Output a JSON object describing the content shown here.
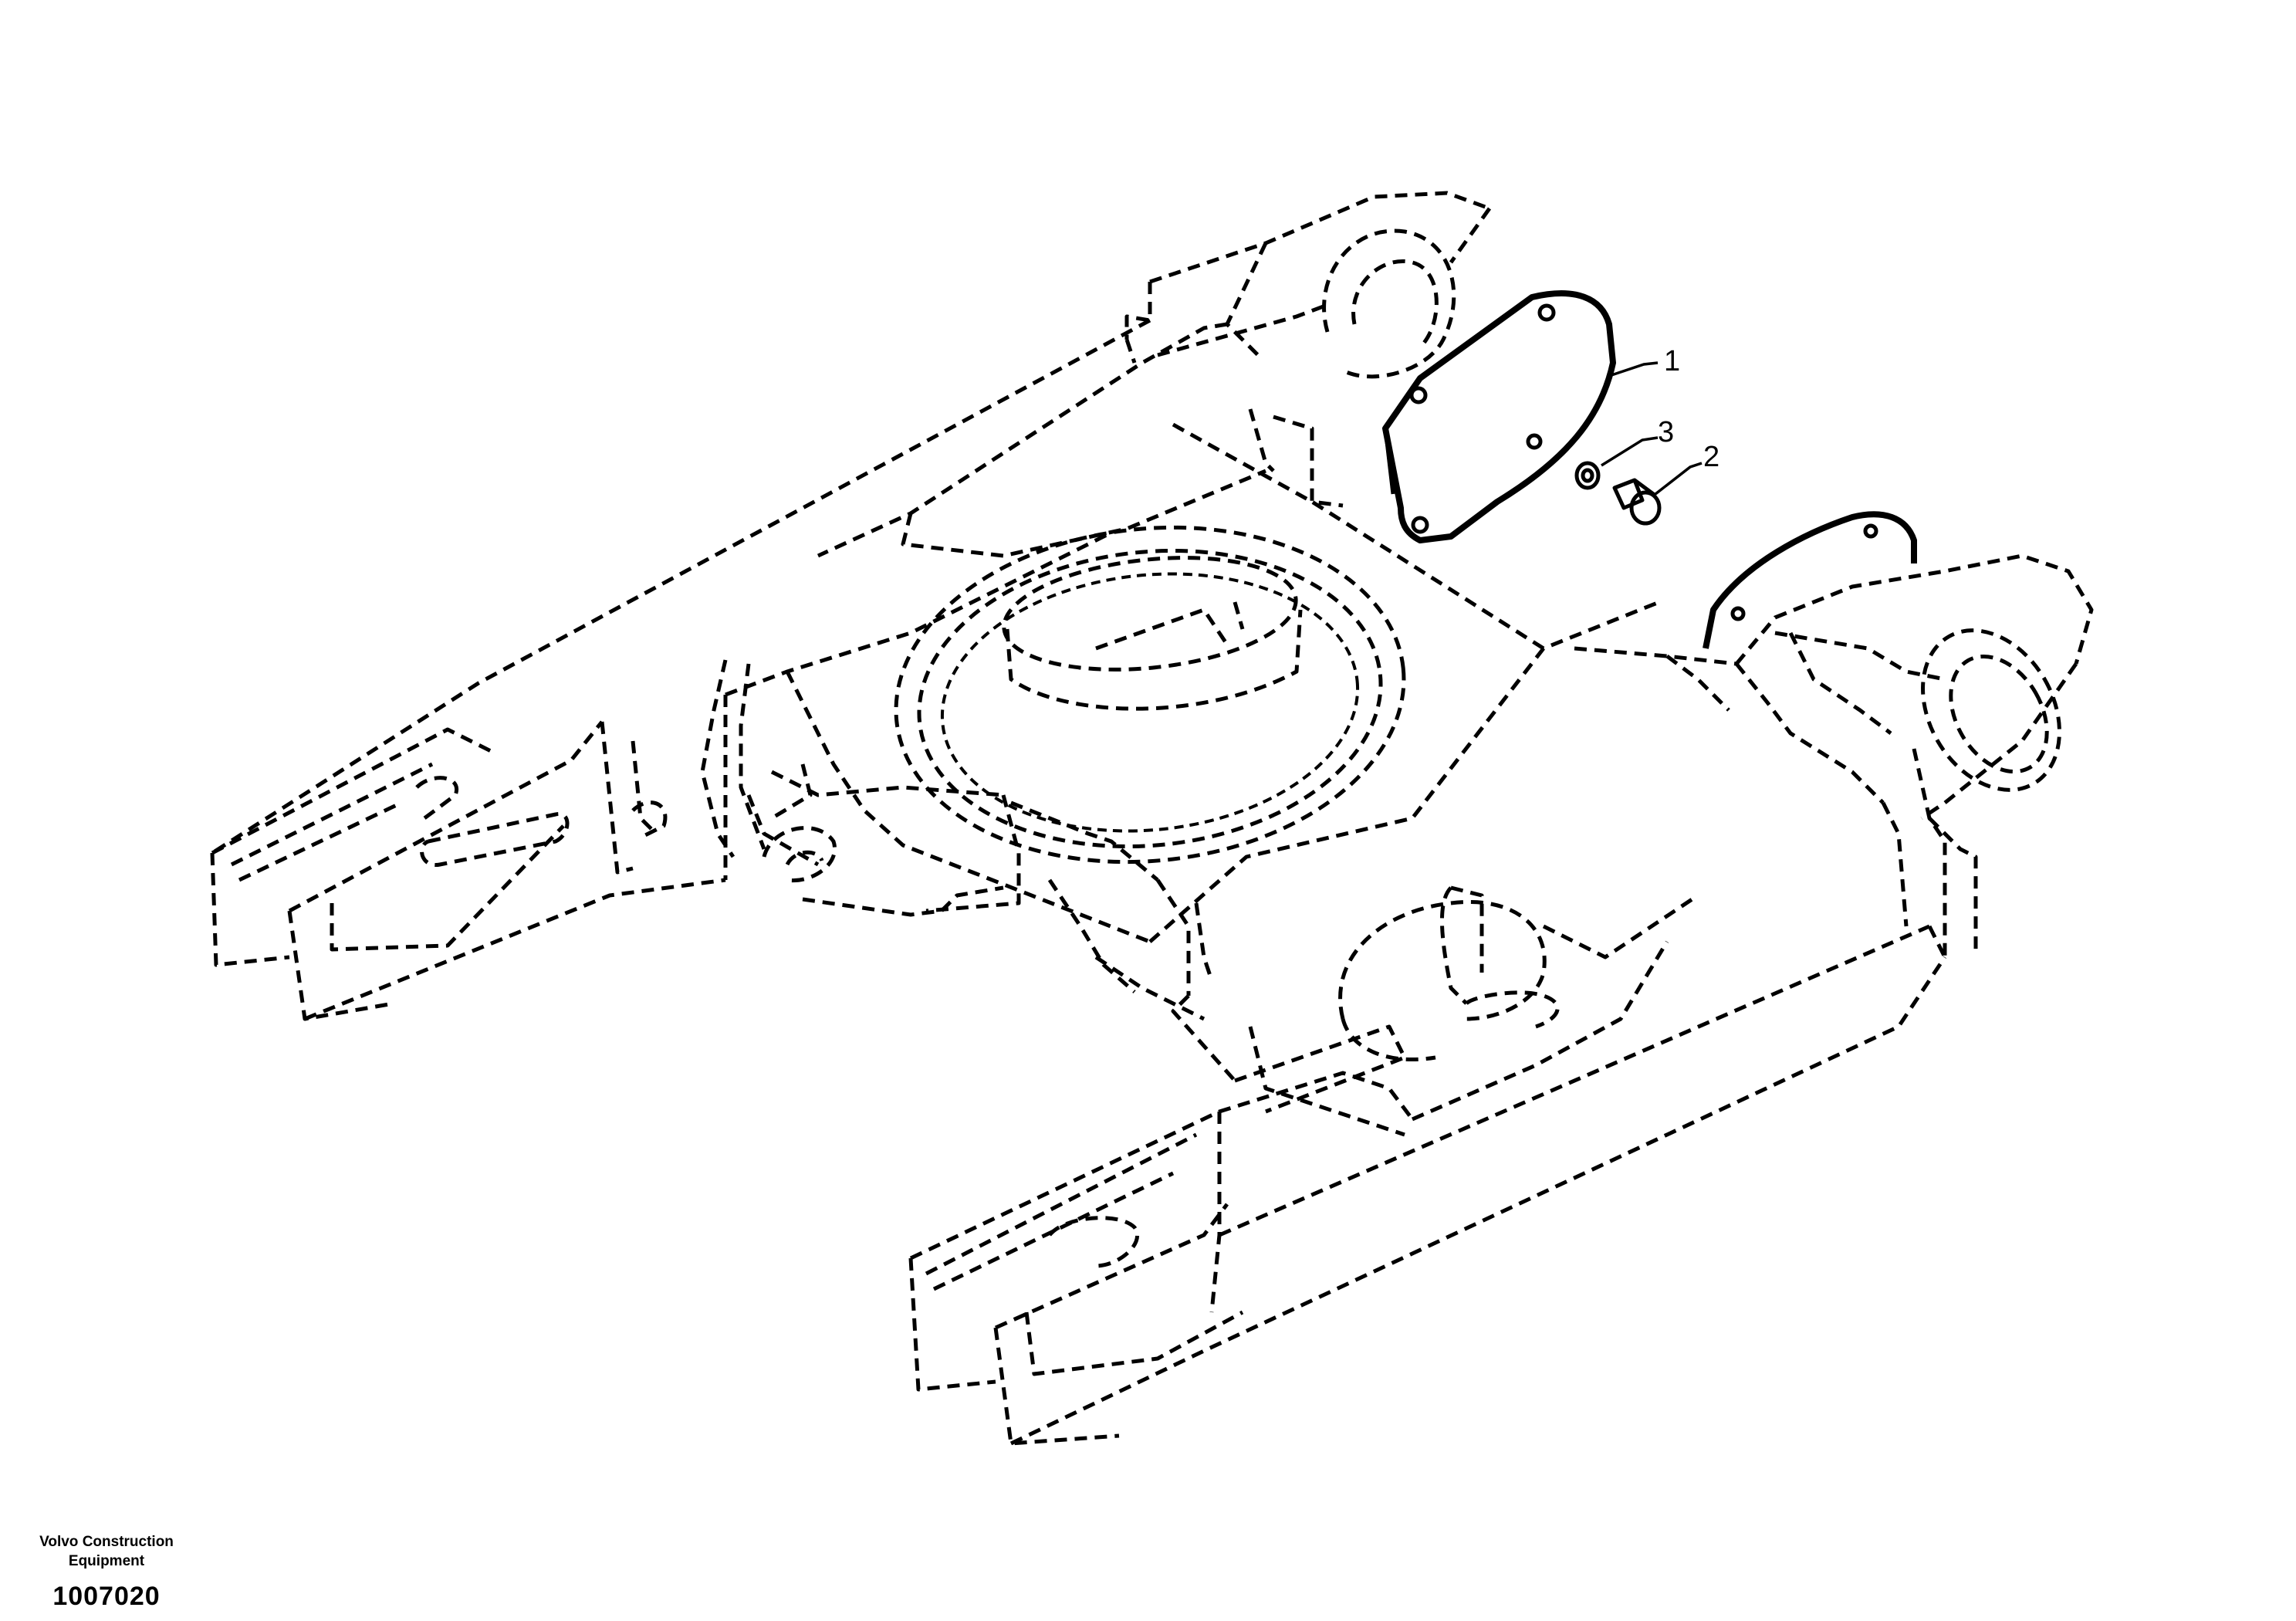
{
  "callouts": [
    {
      "label": "1",
      "part": "cover plate"
    },
    {
      "label": "2",
      "part": "screw"
    },
    {
      "label": "3",
      "part": "washer"
    }
  ],
  "publisher": {
    "line1": "Volvo Construction",
    "line2": "Equipment"
  },
  "illustration_number": "1007020"
}
